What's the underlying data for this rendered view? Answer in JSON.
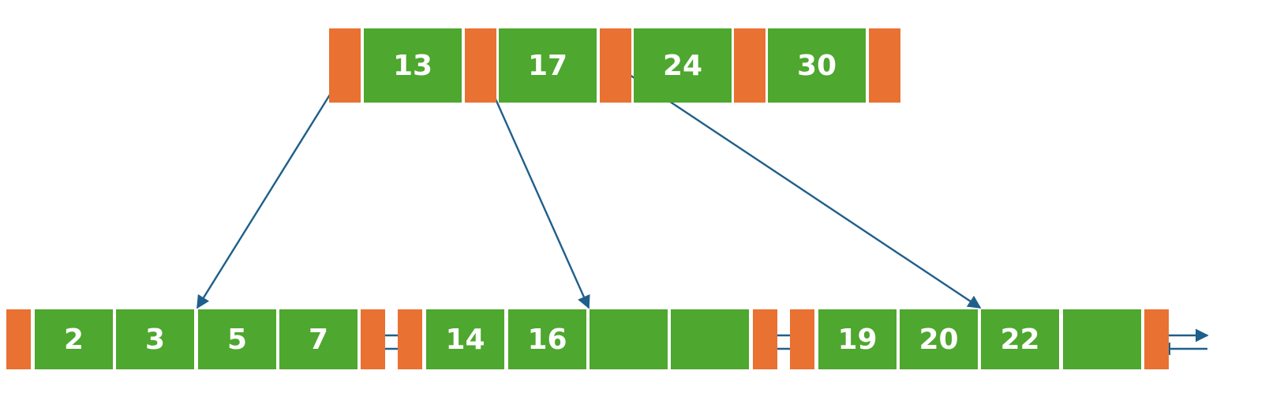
{
  "colors": {
    "pointer": "#e97132",
    "key": "#4ea72e",
    "key_text": "#ffffff",
    "arrow": "#1f5f8b"
  },
  "internal_node": {
    "keys": [
      "13",
      "17",
      "24",
      "30"
    ],
    "pointer_count": 5
  },
  "leaf_nodes": [
    {
      "keys": [
        "2",
        "3",
        "5",
        "7"
      ]
    },
    {
      "keys": [
        "14",
        "16",
        "",
        ""
      ]
    },
    {
      "keys": [
        "19",
        "20",
        "22",
        ""
      ]
    }
  ],
  "child_links": [
    {
      "from_pointer": 0,
      "to_leaf": 0,
      "to_slot": 2
    },
    {
      "from_pointer": 1,
      "to_leaf": 1,
      "to_slot": 2
    },
    {
      "from_pointer": 2,
      "to_leaf": 2,
      "to_slot": 2
    }
  ],
  "leaf_sibling_links": true
}
